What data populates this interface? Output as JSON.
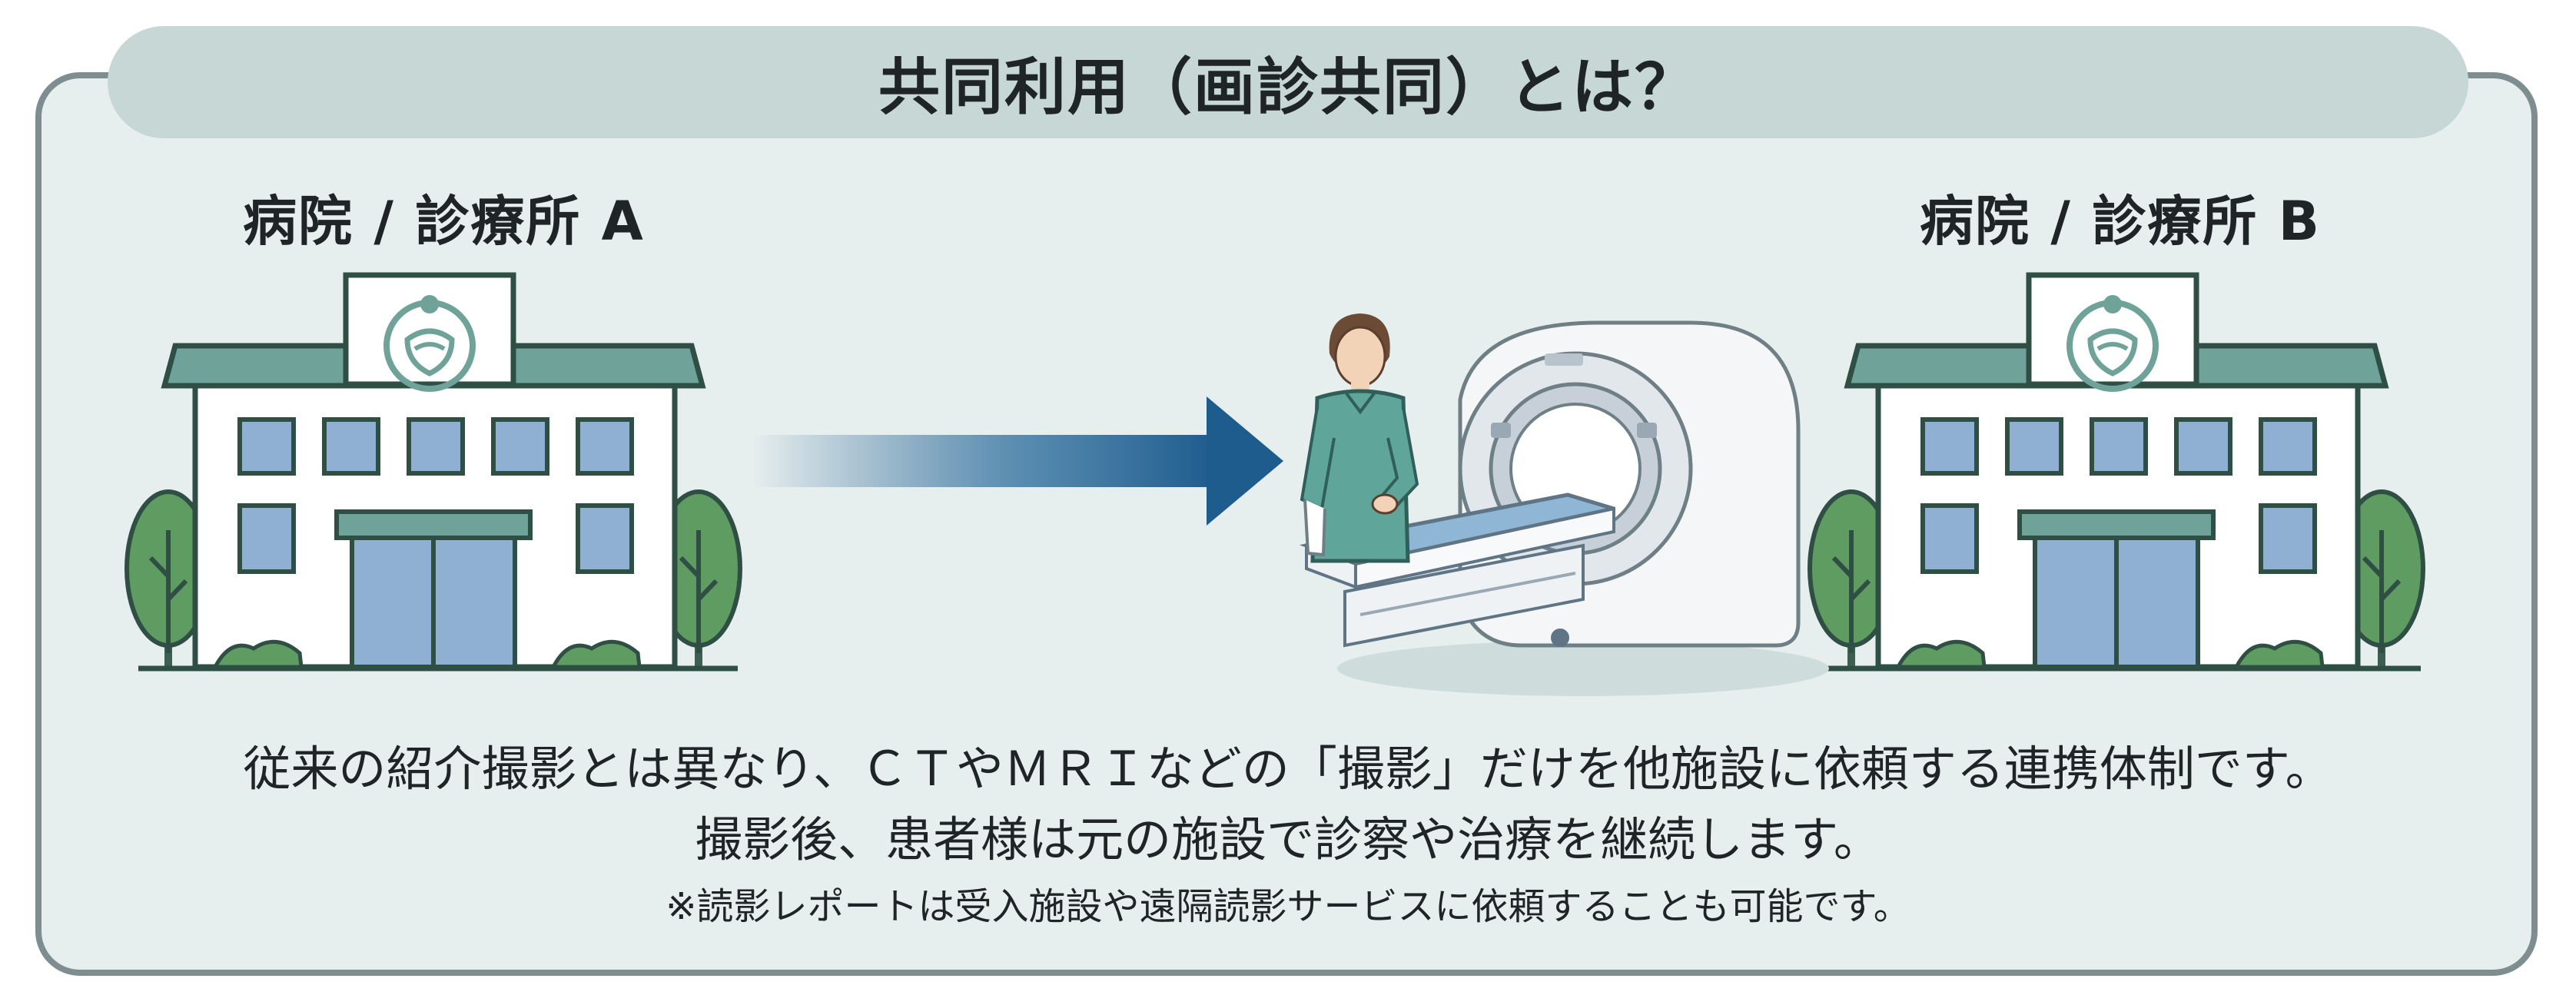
{
  "title": "共同利用（画診共同）とは？",
  "facility_a": {
    "label": "病院 / 診療所 A"
  },
  "facility_b": {
    "label": "病院 / 診療所 B"
  },
  "description": {
    "line1": "従来の紹介撮影とは異なり、ＣＴやＭＲＩなどの「撮影」だけを他施設に依頼する連携体制です。",
    "line2": "撮影後、患者様は元の施設で診察や治療を継続します。",
    "note": "※読影レポートは受入施設や遠隔読影サービスに依頼することも可能です。"
  },
  "icons": {
    "facility_a": "hospital-building-icon",
    "facility_b": "hospital-building-icon",
    "arrow": "right-arrow-icon",
    "scanner": "ct-scanner-icon",
    "staff": "medical-staff-icon"
  },
  "colors": {
    "frame_border": "#7e8d8f",
    "frame_fill": "#e6eeee",
    "title_band": "#c6d7d6",
    "roof": "#6fa39a",
    "window": "#8fb0d2",
    "arrow": "#1e5c8e",
    "tree": "#5f9c62"
  }
}
